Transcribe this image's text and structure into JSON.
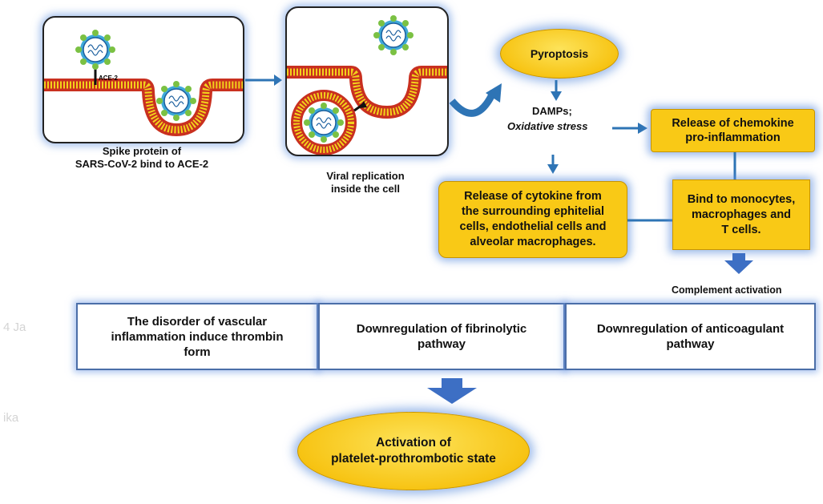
{
  "panels": {
    "binding_caption": "Spike protein of\nSARS-CoV-2 bind to ACE-2",
    "ace2_label": "ACE-2",
    "replication_caption": "Viral replication\ninside the cell"
  },
  "nodes": {
    "pyroptosis": "Pyroptosis",
    "damps": "DAMPs;",
    "oxidative": "Oxidative stress",
    "chemokine": "Release of chemokine\npro-inflammation",
    "cytokine": "Release of cytokine from\nthe surrounding ephitelial\ncells, endothelial cells and\nalveolar macrophages.",
    "bind": "Bind to monocytes,\nmacrophages and\nT cells.",
    "complement": "Complement activation",
    "outcome": "Activation of\nplatelet-prothrombotic state"
  },
  "bottom_boxes": [
    "The disorder of vascular\ninflammation induce thrombin\nform",
    "Downregulation of fibrinolytic\npathway",
    "Downregulation of anticoagulant\npathway"
  ],
  "faint_text": [
    "4 Ja",
    "ika"
  ],
  "colors": {
    "membrane_red": "#c9301f",
    "membrane_yellow": "#f2d21b",
    "node_yellow": "#f9c916",
    "arrow_blue": "#2e74b5",
    "box_border": "#4b6ea8"
  }
}
